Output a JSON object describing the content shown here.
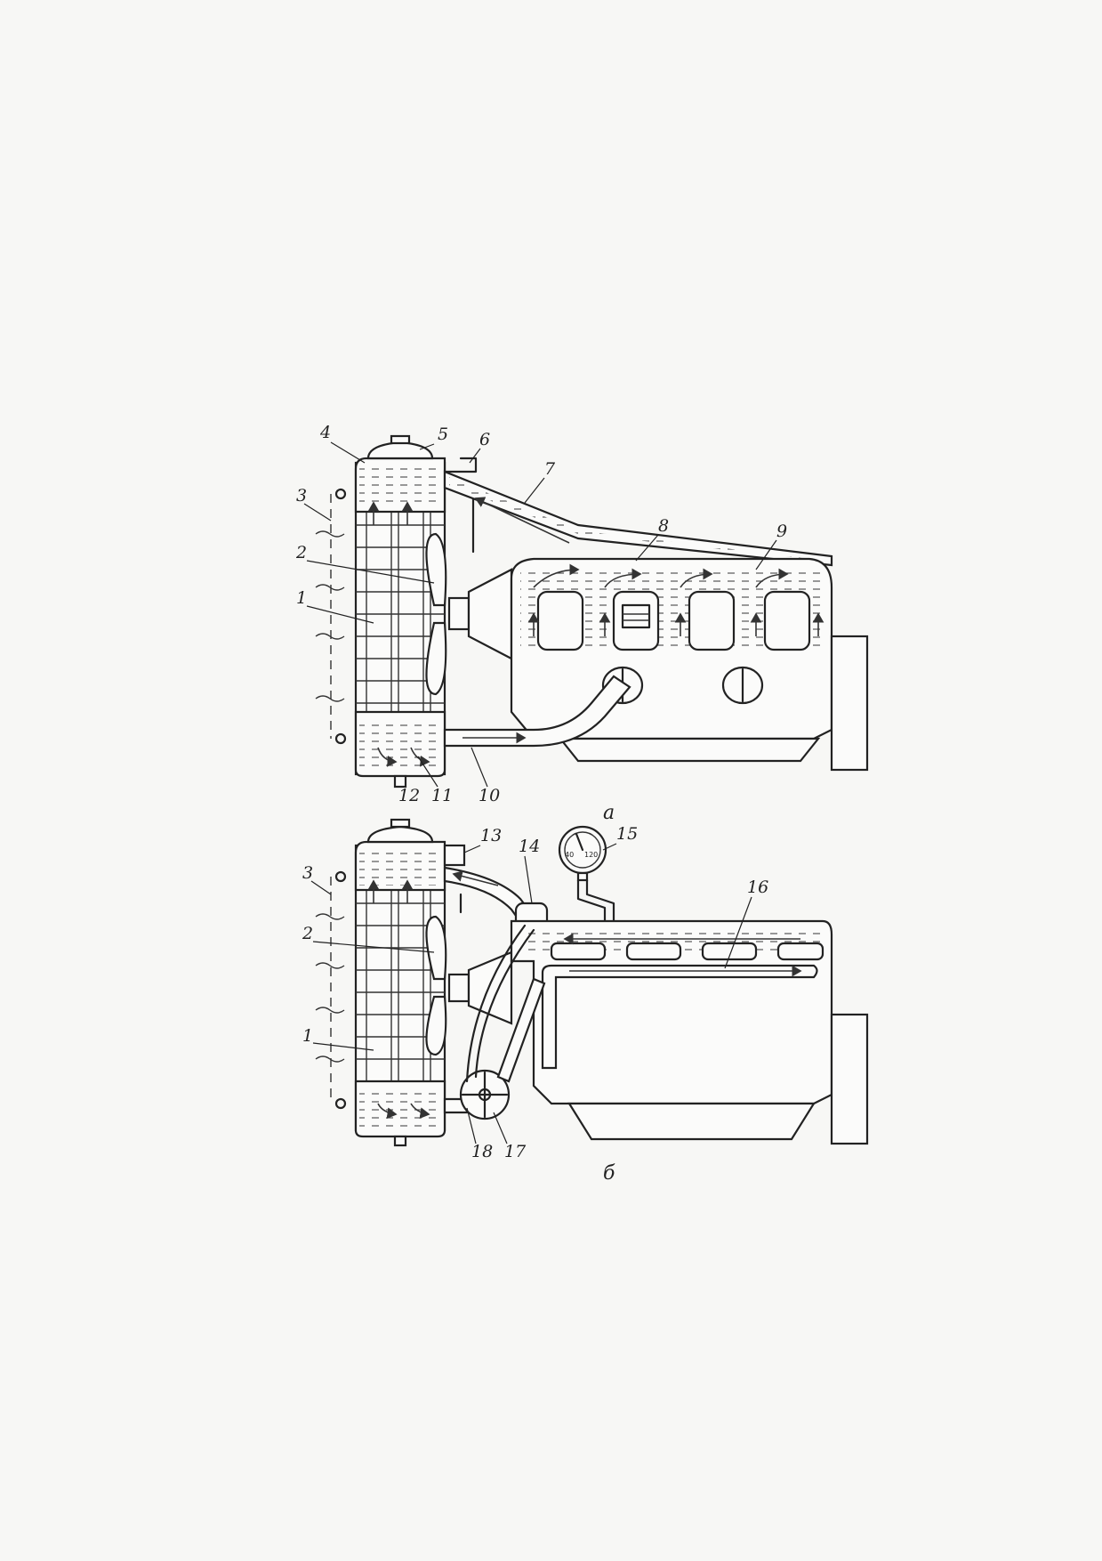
{
  "figure": {
    "top_view_caption": "а",
    "bottom_view_caption": "б",
    "gauge_reading": "120",
    "gauge_low": "40",
    "top_labels": [
      "1",
      "2",
      "3",
      "4",
      "5",
      "6",
      "7",
      "8",
      "9",
      "10",
      "11",
      "12"
    ],
    "bottom_labels": [
      "1",
      "2",
      "3",
      "13",
      "14",
      "15",
      "16",
      "17",
      "18"
    ]
  }
}
